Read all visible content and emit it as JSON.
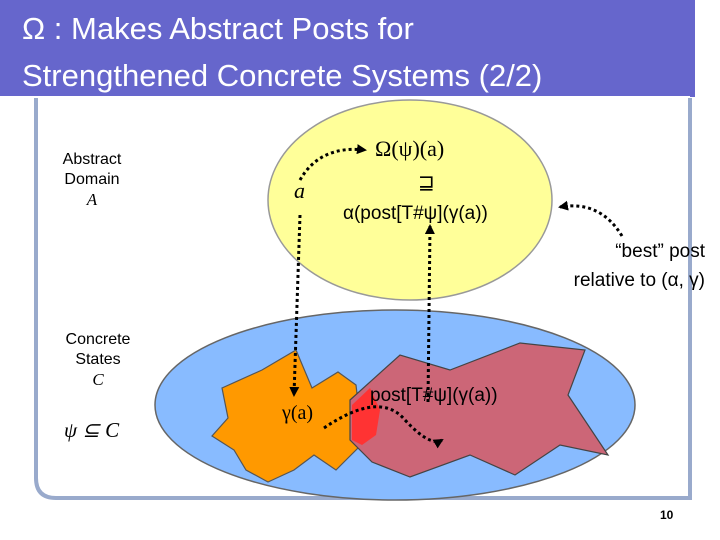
{
  "title": {
    "line1": "Ω : Makes Abstract Posts for",
    "line2": "Strengthened Concrete Systems (2/2)"
  },
  "abstract_domain": {
    "line1": "Abstract",
    "line2": "Domain",
    "symbol": "A"
  },
  "concrete_states": {
    "line1": "Concrete",
    "line2": "States",
    "symbol": "C",
    "subset": "ψ ⊆ C"
  },
  "labels": {
    "a": "a",
    "omega_psi_a": "Ω(ψ)(a)",
    "sqsupseteq": "⊒",
    "alpha_post": "α(post[T#ψ](γ(a))",
    "best_line1": "“best” post",
    "best_line2": "relative to (α, γ)",
    "gamma_a": "γ(a)",
    "post_gamma": "post[T#ψ](γ(a))"
  },
  "page_number": "10",
  "colors": {
    "title_bg": "#6666cc",
    "frame": "#99aacc",
    "abstract_fill": "#ffff99",
    "concrete_fill": "#88bbff",
    "gamma_fill": "#ff9900",
    "post_fill": "#cc6677",
    "overlap_fill": "#ff3333"
  }
}
